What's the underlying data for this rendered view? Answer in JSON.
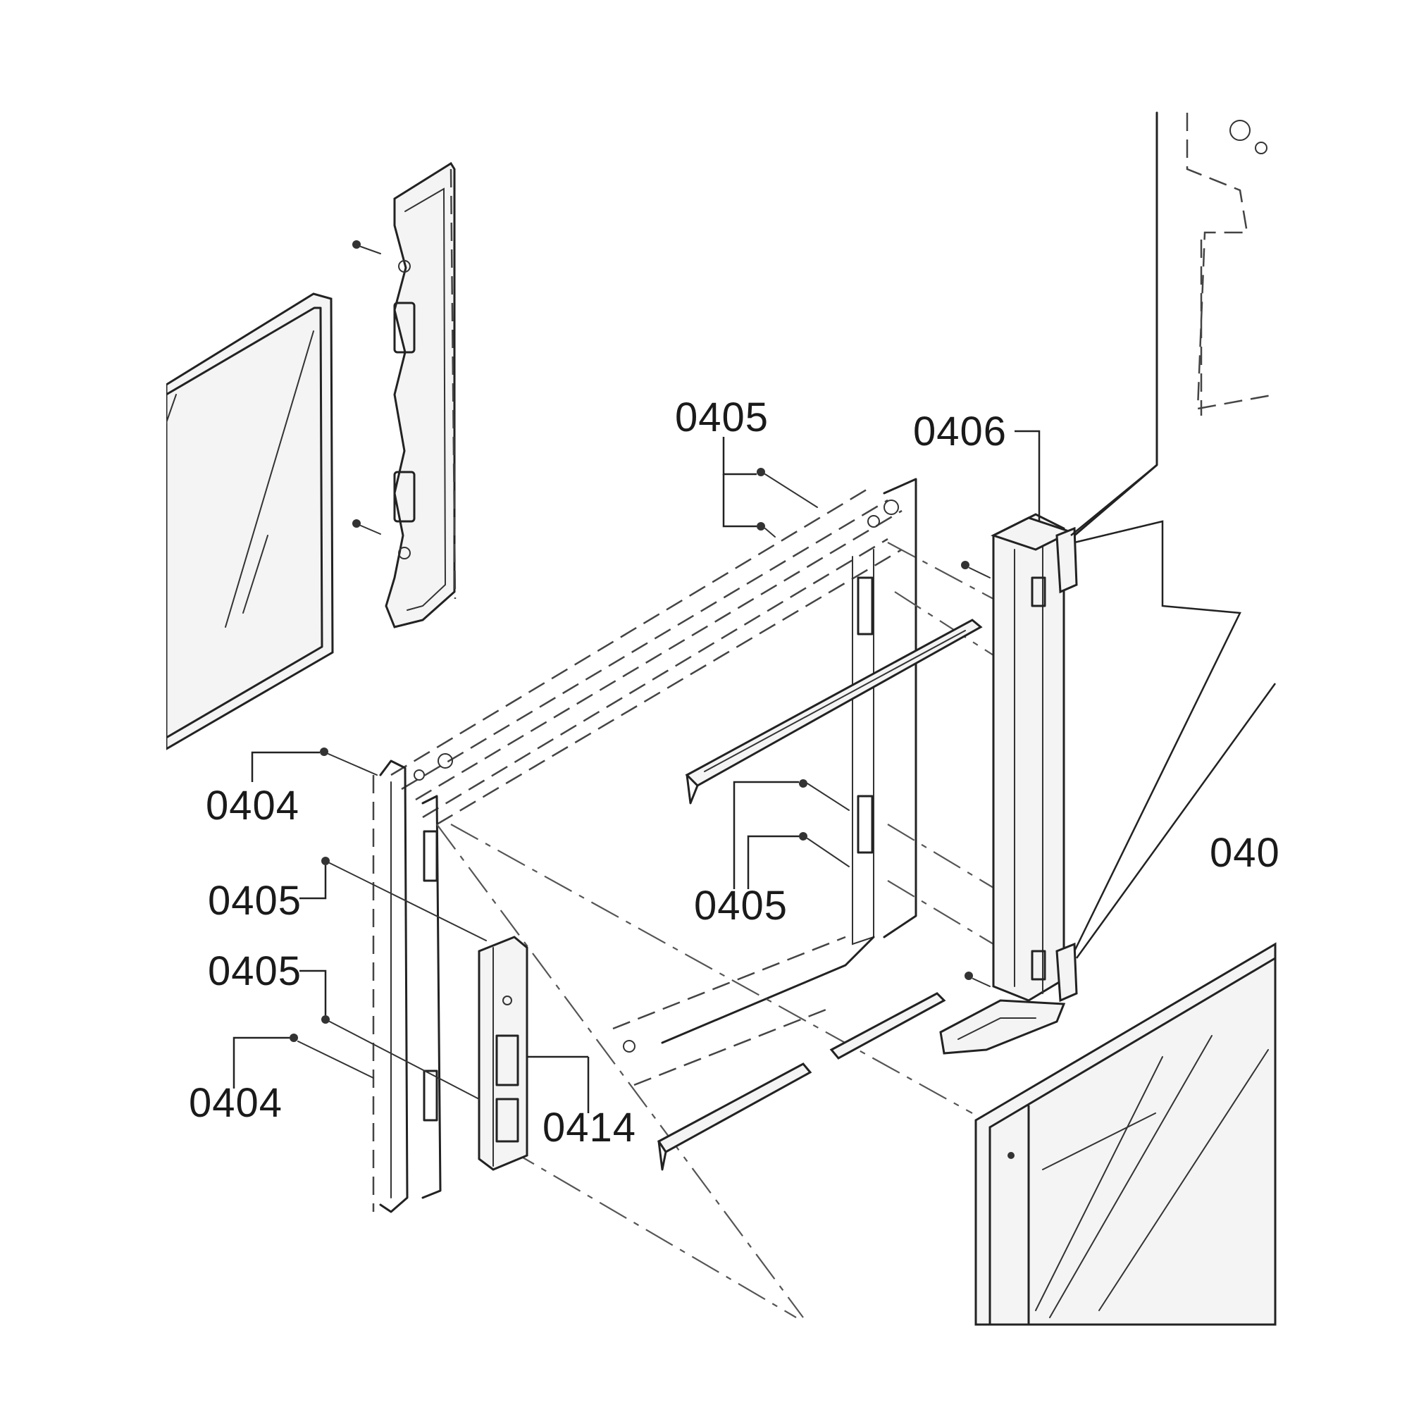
{
  "diagram": {
    "labels": [
      {
        "id": "label-0405-top",
        "text": "0405"
      },
      {
        "id": "label-0406",
        "text": "0406"
      },
      {
        "id": "label-0404-upper",
        "text": "0404"
      },
      {
        "id": "label-0405-left-upper",
        "text": "0405"
      },
      {
        "id": "label-0405-center",
        "text": "0405"
      },
      {
        "id": "label-0405-left-lower",
        "text": "0405"
      },
      {
        "id": "label-0404-lower",
        "text": "0404"
      },
      {
        "id": "label-0414",
        "text": "0414"
      },
      {
        "id": "label-040-cut",
        "text": "040"
      }
    ]
  }
}
